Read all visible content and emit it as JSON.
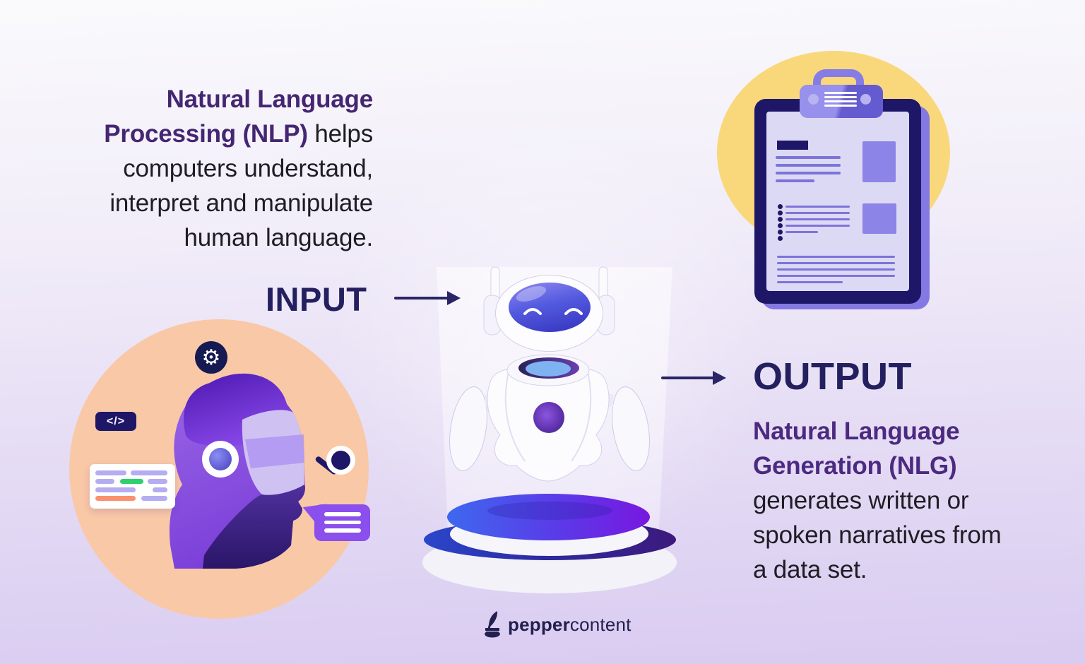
{
  "nlp": {
    "lines": [
      [
        {
          "t": "Natural Language",
          "b": true
        }
      ],
      [
        {
          "t": "Processing (NLP)",
          "b": true
        },
        {
          "t": " helps",
          "b": false
        }
      ],
      [
        {
          "t": "computers understand,",
          "b": false
        }
      ],
      [
        {
          "t": "interpret and manipulate",
          "b": false
        }
      ],
      [
        {
          "t": "human language.",
          "b": false
        }
      ]
    ]
  },
  "input": {
    "label": "INPUT"
  },
  "output": {
    "label": "OUTPUT"
  },
  "nlg": {
    "lines": [
      [
        {
          "t": "Natural Language",
          "b": true
        }
      ],
      [
        {
          "t": "Generation (NLG)",
          "b": true
        }
      ],
      [
        {
          "t": "generates written or",
          "b": false
        }
      ],
      [
        {
          "t": "spoken narratives from",
          "b": false
        }
      ],
      [
        {
          "t": "a data set.",
          "b": false
        }
      ]
    ]
  },
  "logo": {
    "bold": "pepper",
    "regular": "content"
  },
  "icons": {
    "gear": "⚙",
    "code_badge": "</>"
  },
  "colors": {
    "heading_purple": "#452672",
    "nlg_purple": "#4b2a80",
    "navy": "#24205f",
    "body_text": "#1e1d24",
    "yellow_blob": "#f9d87b",
    "peach_circle": "#f9c8a7",
    "board_navy": "#1e1768",
    "paper_lavender": "#dcd9f5",
    "speech_purple": "#8a4fec",
    "bar_purple": "#b5adf2",
    "bar_green": "#2fd06e",
    "bar_orange": "#f9916e",
    "podium_blue": "#3e68ee",
    "podium_violet": "#7818e0"
  }
}
